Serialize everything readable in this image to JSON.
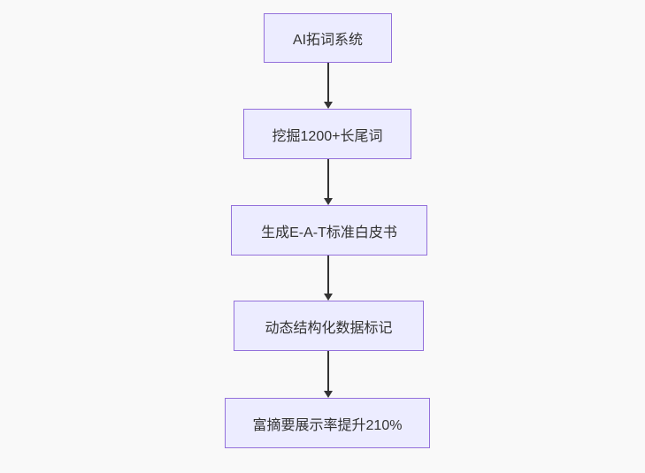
{
  "diagram": {
    "type": "flowchart-vertical",
    "background_color": "#f9f9f9",
    "node_fill_color": "#ececff",
    "node_border_color": "#9370db",
    "text_color": "#333333",
    "arrow_color": "#333333",
    "nodes": [
      {
        "id": "node-1",
        "label": "AI拓词系统"
      },
      {
        "id": "node-2",
        "label": "挖掘1200+长尾词"
      },
      {
        "id": "node-3",
        "label": "生成E-A-T标准白皮书"
      },
      {
        "id": "node-4",
        "label": "动态结构化数据标记"
      },
      {
        "id": "node-5",
        "label": "富摘要展示率提升210%"
      }
    ],
    "edges": [
      {
        "from": "node-1",
        "to": "node-2",
        "direction": "down"
      },
      {
        "from": "node-2",
        "to": "node-3",
        "direction": "down"
      },
      {
        "from": "node-3",
        "to": "node-4",
        "direction": "down"
      },
      {
        "from": "node-4",
        "to": "node-5",
        "direction": "down"
      }
    ]
  }
}
